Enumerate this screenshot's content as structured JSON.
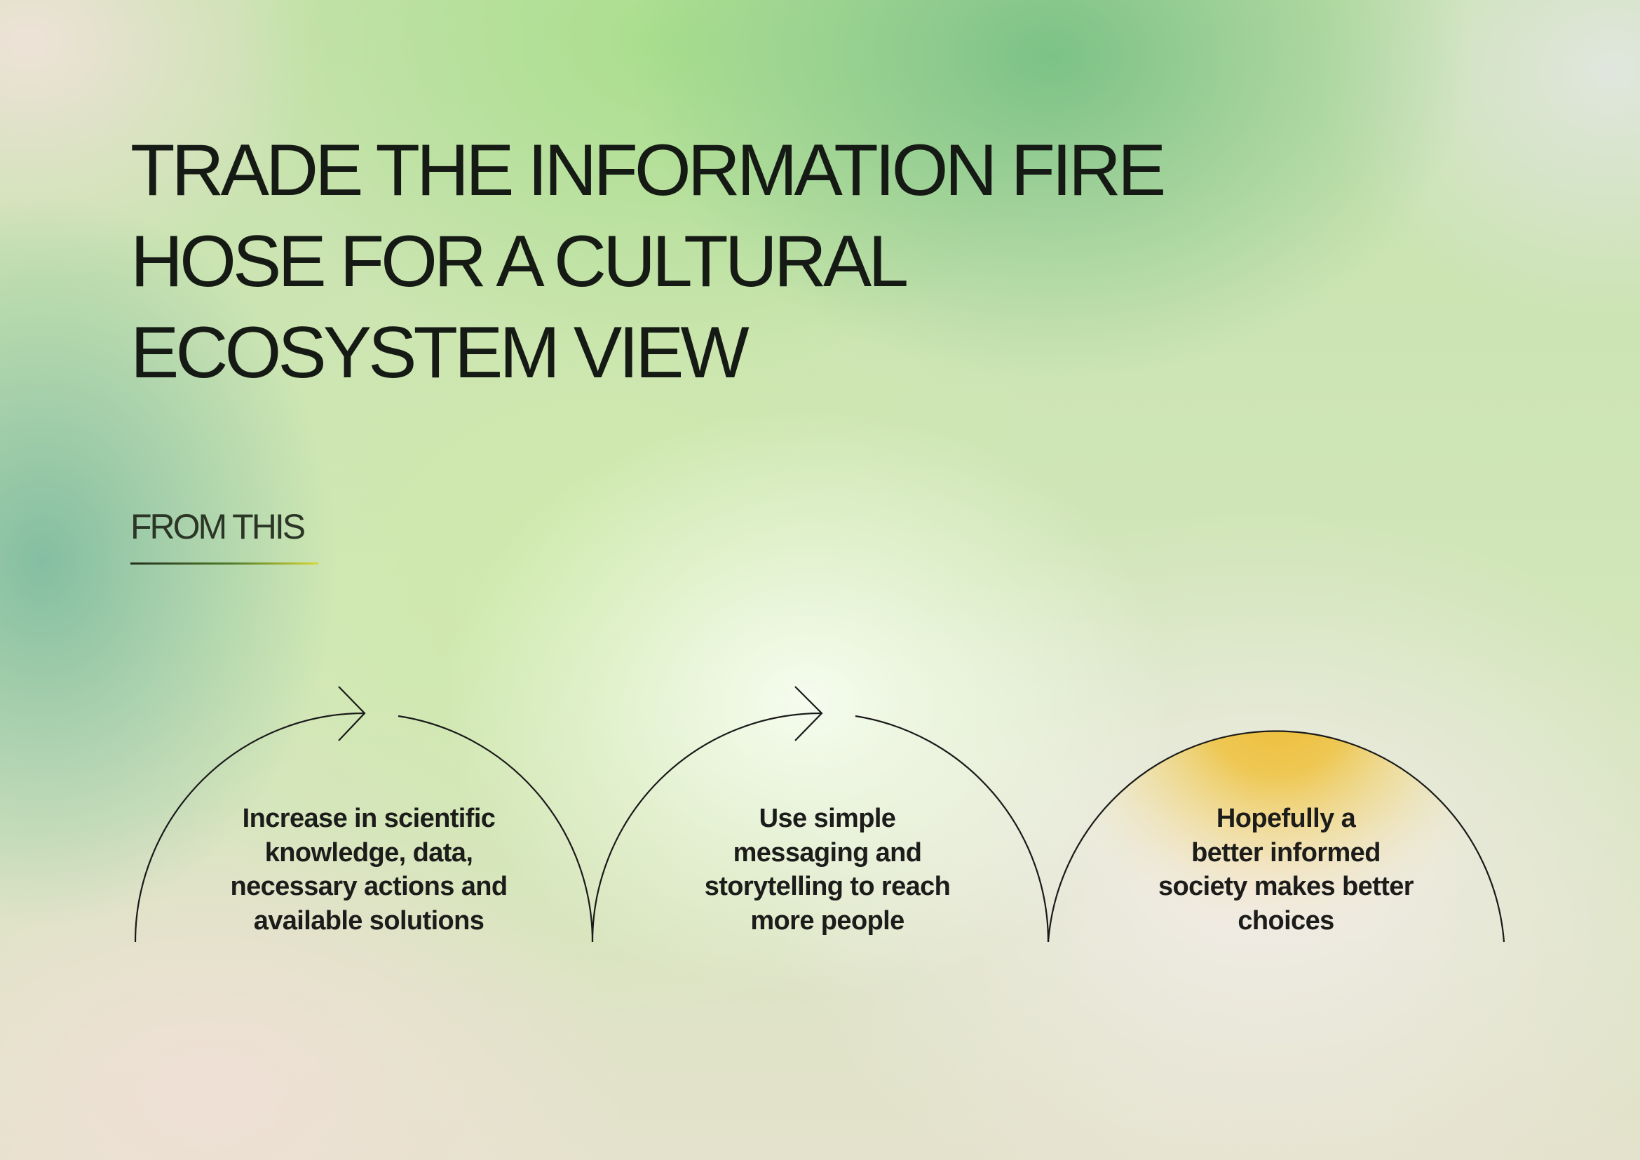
{
  "title_lines": [
    "TRADE THE INFORMATION FIRE",
    "HOSE FOR A CULTURAL",
    "ECOSYSTEM VIEW"
  ],
  "section_label": "FROM THIS",
  "steps": [
    {
      "lines": [
        "Increase in scientific",
        "knowledge, data,",
        "necessary actions and",
        "available solutions"
      ]
    },
    {
      "lines": [
        "Use simple",
        "messaging and",
        "storytelling to reach",
        "more people"
      ]
    },
    {
      "lines": [
        "Hopefully a",
        "better informed",
        "society makes better",
        "choices"
      ]
    }
  ],
  "colors": {
    "text": "#151a14",
    "arc_stroke": "#1a1a1a",
    "highlight": "#ecbd3c"
  }
}
